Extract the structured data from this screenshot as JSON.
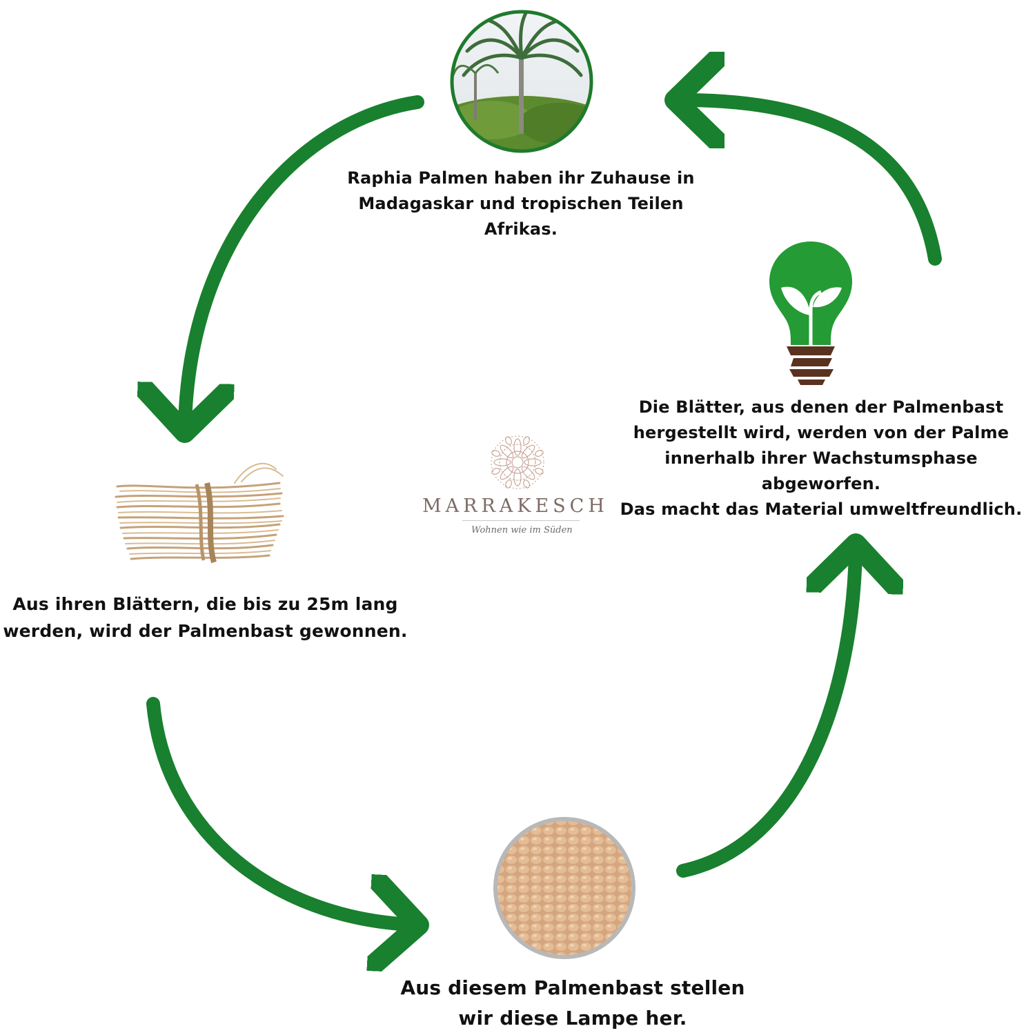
{
  "colors": {
    "arrow_green": "#18802e",
    "bulb_green": "#249b34",
    "bulb_base": "#5a3220",
    "text": "#111111",
    "logo_text": "#7d6a66",
    "logo_mandala": "#c9a898"
  },
  "steps": [
    {
      "id": "palm",
      "icon": "palm-trees-photo",
      "caption": [
        "Raphia Palmen haben ihr Zuhause in",
        "Madagaskar und tropischen Teilen",
        "Afrikas."
      ]
    },
    {
      "id": "raffia",
      "icon": "raffia-bundle-photo",
      "caption": [
        "Aus ihren Blättern, die bis zu 25m lang",
        "werden, wird der Palmenbast gewonnen."
      ]
    },
    {
      "id": "lamp",
      "icon": "woven-texture-photo",
      "caption": [
        "Aus diesem Palmenbast stellen",
        "wir diese Lampe her."
      ]
    },
    {
      "id": "eco",
      "icon": "eco-bulb-icon",
      "caption": [
        "Die Blätter, aus denen der Palmenbast",
        "hergestellt wird, werden von der Palme",
        "innerhalb ihrer Wachstumsphase abgeworfen.",
        "Das macht das Material umweltfreundlich."
      ]
    }
  ],
  "logo": {
    "name": "MARRAKESCH",
    "tagline": "Wohnen wie im Süden",
    "icon": "mandala-icon"
  }
}
